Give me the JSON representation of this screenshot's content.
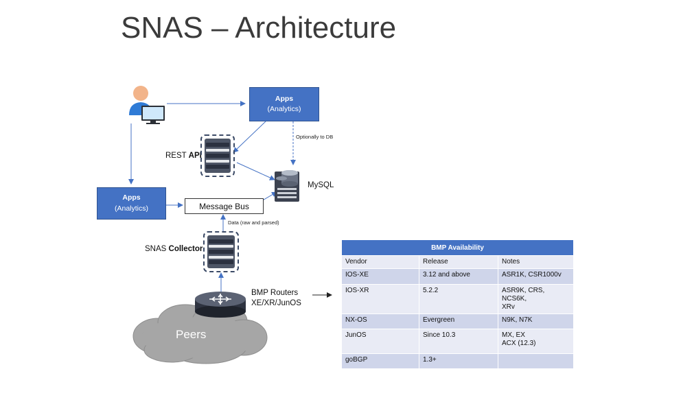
{
  "slide": {
    "title": "SNAS – Architecture"
  },
  "nodes": {
    "apps_top": {
      "line1": "Apps",
      "line2": "(Analytics)"
    },
    "apps_left": {
      "line1": "Apps",
      "line2": "(Analytics)"
    },
    "rest_api_prefix": "REST ",
    "rest_api_bold": "API",
    "mysql": "MySQL",
    "message_bus": "Message Bus",
    "collector_prefix": "SNAS ",
    "collector_bold": "Collector",
    "bmp_routers_line1": "BMP Routers",
    "bmp_routers_line2": "XE/XR/JunOS",
    "peers": "Peers"
  },
  "annotations": {
    "optionally_to_db": "Optionally to DB",
    "data_raw_parsed": "Data (raw and parsed)"
  },
  "colors": {
    "accent_blue": "#4472c4",
    "table_odd": "#cfd5ea",
    "table_even": "#e9ebf5",
    "arrow": "#4472c4"
  },
  "icons": [
    "user-at-computer-icon",
    "server-icon",
    "database-icon",
    "router-icon",
    "cloud-icon"
  ],
  "bmp_table": {
    "caption": "BMP Availability",
    "columns": [
      "Vendor",
      "Release",
      "Notes"
    ],
    "rows": [
      {
        "vendor": "IOS-XE",
        "release": "3.12 and above",
        "notes1": "ASR1K, CSR1000v",
        "notes2": ""
      },
      {
        "vendor": "IOS-XR",
        "release": "5.2.2",
        "notes1": "ASR9K, CRS, NCS6K,",
        "notes2": "XRv"
      },
      {
        "vendor": "NX-OS",
        "release": "Evergreen",
        "notes1": "N9K, N7K",
        "notes2": ""
      },
      {
        "vendor": "JunOS",
        "release": "Since 10.3",
        "notes1": "MX, EX",
        "notes2": "ACX (12.3)"
      },
      {
        "vendor": "goBGP",
        "release": "1.3+",
        "notes1": "",
        "notes2": ""
      }
    ]
  }
}
